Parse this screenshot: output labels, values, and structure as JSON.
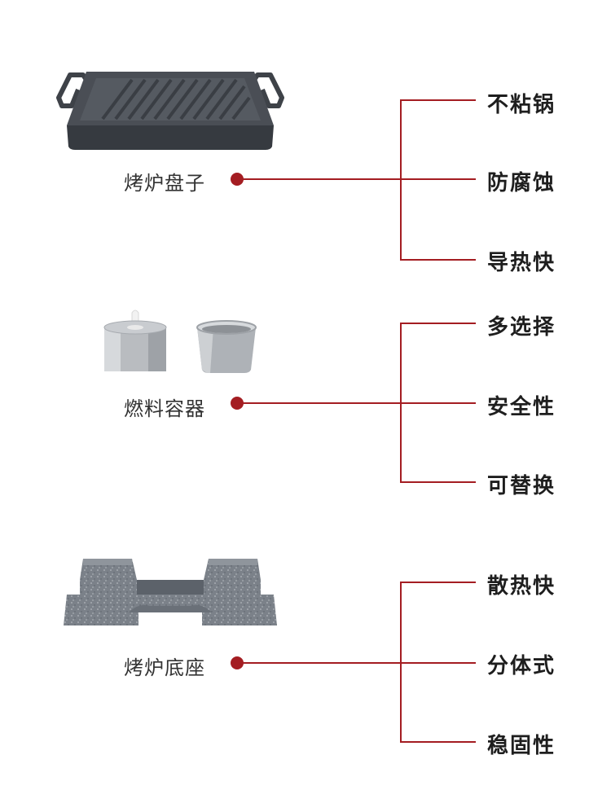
{
  "colors": {
    "accent": "#a41d22",
    "label_text": "#333333",
    "feature_text": "#1e1e1e"
  },
  "sections": [
    {
      "label": "烤炉盘子",
      "image": "grill-pan-image",
      "features": [
        "不粘锅",
        "防腐蚀",
        "导热快"
      ]
    },
    {
      "label": "燃料容器",
      "image": "fuel-container-image",
      "features": [
        "多选择",
        "安全性",
        "可替换"
      ]
    },
    {
      "label": "烤炉底座",
      "image": "stove-base-image",
      "features": [
        "散热快",
        "分体式",
        "稳固性"
      ]
    }
  ]
}
